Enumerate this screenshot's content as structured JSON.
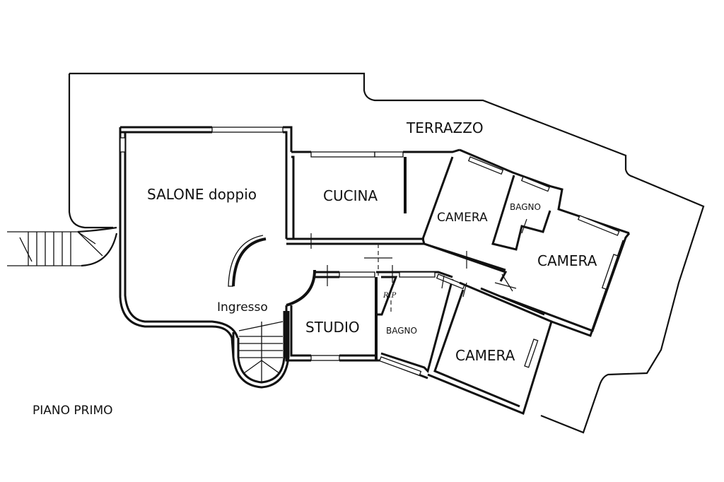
{
  "plan": {
    "title": "PIANO PRIMO",
    "rooms": [
      {
        "id": "terrazzo",
        "label": "TERRAZZO"
      },
      {
        "id": "salone",
        "label": "SALONE doppio"
      },
      {
        "id": "cucina",
        "label": "CUCINA"
      },
      {
        "id": "camera-1",
        "label": "CAMERA"
      },
      {
        "id": "bagno-1",
        "label": "BAGNO"
      },
      {
        "id": "camera-2",
        "label": "CAMERA"
      },
      {
        "id": "ingresso",
        "label": "Ingresso"
      },
      {
        "id": "studio",
        "label": "STUDIO"
      },
      {
        "id": "ripostiglio",
        "label": "RIP"
      },
      {
        "id": "bagno-2",
        "label": "BAGNO"
      },
      {
        "id": "camera-3",
        "label": "CAMERA"
      }
    ]
  }
}
